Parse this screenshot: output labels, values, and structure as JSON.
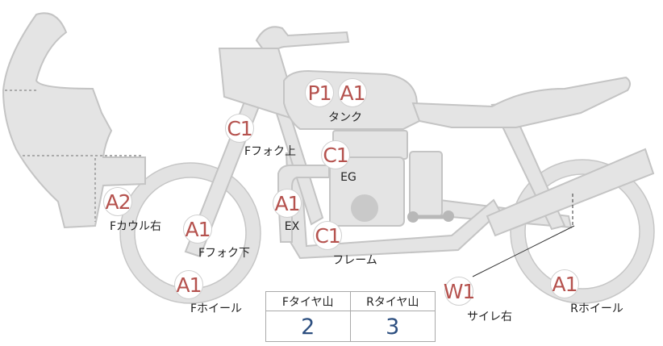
{
  "badges": {
    "tank_p": "P1",
    "tank_a": "A1",
    "ffork_upper": "C1",
    "eg": "C1",
    "fcowl_right": "A2",
    "ffork_lower": "A1",
    "ex": "A1",
    "frame": "C1",
    "fwheel": "A1",
    "muffler_right": "W1",
    "rwheel": "A1"
  },
  "labels": {
    "tank": "タンク",
    "ffork_upper": "Fフォク上",
    "eg": "EG",
    "fcowl_right": "Fカウル右",
    "ex": "EX",
    "ffork_lower": "Fフォク下",
    "frame": "フレーム",
    "fwheel": "Fホイール",
    "muffler_right": "サイレ右",
    "rwheel": "Rホイール"
  },
  "tread_table": {
    "front_header": "Fタイヤ山",
    "rear_header": "Rタイヤ山",
    "front_value": "2",
    "rear_value": "3"
  },
  "colors": {
    "badge_text": "#b5524e",
    "tread_value": "#2d4f80",
    "part_fill": "#e4e4e4",
    "part_stroke": "#c4c4c4"
  }
}
